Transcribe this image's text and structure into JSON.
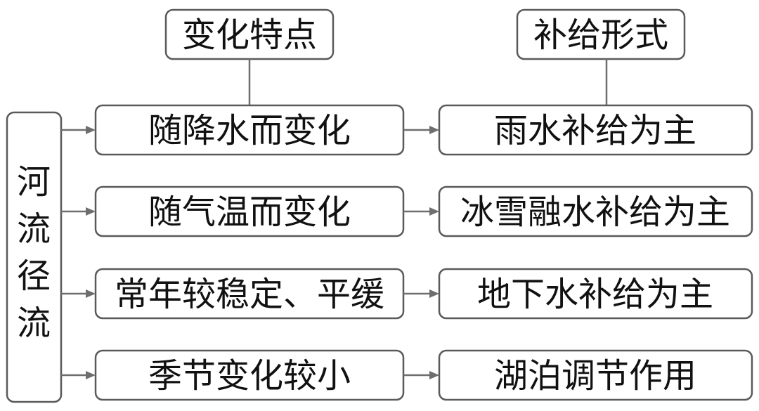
{
  "headers": {
    "features": "变化特点",
    "supply": "补给形式"
  },
  "root": {
    "chars": [
      "河",
      "流",
      "径",
      "流"
    ]
  },
  "rows": [
    {
      "feature": "随降水而变化",
      "supply": "雨水补给为主"
    },
    {
      "feature": "随气温而变化",
      "supply": "冰雪融水补给为主"
    },
    {
      "feature": "常年较稳定、平缓",
      "supply": "地下水补给为主"
    },
    {
      "feature": "季节变化较小",
      "supply": "湖泊调节作用"
    }
  ]
}
